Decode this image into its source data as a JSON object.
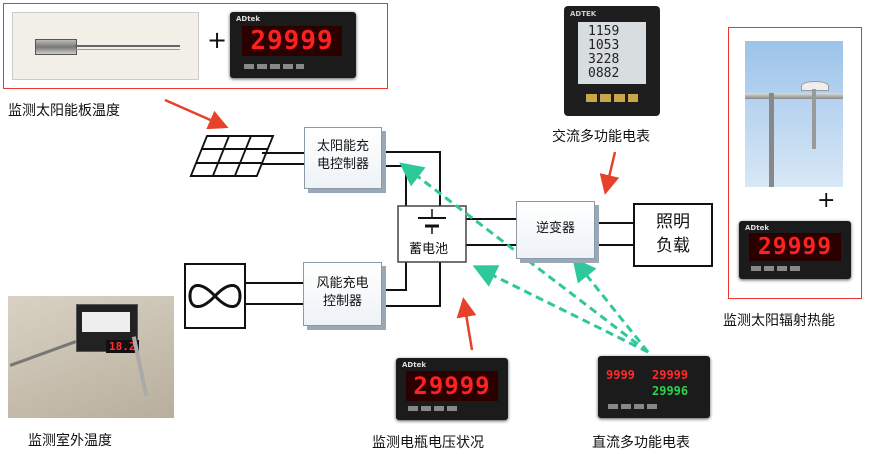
{
  "labels": {
    "solar_temp": "监测太阳能板温度",
    "ac_meter": "交流多功能电表",
    "radiation": "监测太阳辐射热能",
    "outdoor_temp": "监测室外温度",
    "battery_voltage": "监测电瓶电压状况",
    "dc_meter": "直流多功能电表"
  },
  "nodes": {
    "solar_controller": "太阳能充电控制器",
    "wind_controller": "风能充电控制器",
    "battery": "蓄电池",
    "inverter": "逆变器",
    "lighting_load": "照明负载"
  },
  "meter_reading": "29999",
  "dc_meter_readings": [
    "9999",
    "29999",
    "29996"
  ],
  "ac_meter_readings": [
    "1159",
    "1053",
    "3228",
    "0882"
  ],
  "outdoor_reading": "18.2",
  "brand": "ADtek",
  "ac_brand": "ADTEK",
  "plus": "+",
  "colors": {
    "arrow_red": "#e8412a",
    "dashed_teal": "#2ec89a",
    "frame_red": "#e33333"
  }
}
